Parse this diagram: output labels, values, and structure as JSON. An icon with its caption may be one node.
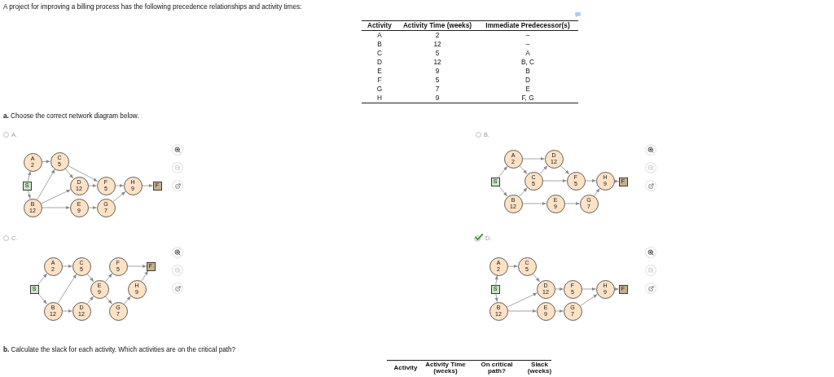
{
  "diagram": {
    "nodes": [
      {
        "text": [
          "S"
        ]
      },
      {
        "text": [
          "A",
          "2"
        ]
      },
      {
        "text": [
          "B",
          "12"
        ]
      },
      {
        "text": [
          "C",
          "5"
        ]
      },
      {
        "text": [
          "D",
          "12"
        ]
      },
      {
        "text": [
          "E",
          "9"
        ]
      },
      {
        "text": [
          "F",
          "5"
        ]
      },
      {
        "text": [
          "G",
          "7"
        ]
      },
      {
        "text": [
          "H",
          "9"
        ]
      },
      {
        "text": [
          "F"
        ]
      },
      {
        "text": [
          "S"
        ]
      },
      {
        "text": [
          "A",
          "2"
        ]
      },
      {
        "text": [
          "B",
          "12"
        ]
      },
      {
        "text": [
          "C",
          "5"
        ]
      },
      {
        "text": [
          "D",
          "12"
        ]
      },
      {
        "text": [
          "E",
          "9"
        ]
      },
      {
        "text": [
          "F",
          "5"
        ]
      },
      {
        "text": [
          "G",
          "7"
        ]
      },
      {
        "text": [
          "H",
          "9"
        ]
      },
      {
        "text": [
          "F"
        ]
      },
      {
        "text": [
          "S"
        ]
      },
      {
        "text": [
          "A",
          "2"
        ]
      },
      {
        "text": [
          "B",
          "12"
        ]
      },
      {
        "text": [
          "C",
          "5"
        ]
      },
      {
        "text": [
          "D",
          "12"
        ]
      },
      {
        "text": [
          "E",
          "9"
        ]
      },
      {
        "text": [
          "F",
          "5"
        ]
      },
      {
        "text": [
          "G",
          "7"
        ]
      },
      {
        "text": [
          "H",
          "9"
        ]
      },
      {
        "text": [
          "F"
        ]
      },
      {
        "text": [
          "S"
        ]
      },
      {
        "text": [
          "A",
          "2"
        ]
      },
      {
        "text": [
          "B",
          "12"
        ]
      },
      {
        "text": [
          "C",
          "5"
        ]
      },
      {
        "text": [
          "D",
          "12"
        ]
      },
      {
        "text": [
          "E",
          "9"
        ]
      },
      {
        "text": [
          "F",
          "5"
        ]
      },
      {
        "text": [
          "G",
          "7"
        ]
      },
      {
        "text": [
          "H",
          "9"
        ]
      },
      {
        "text": [
          "F"
        ]
      }
    ],
    "edges": [
      {
        "from": 0,
        "to": 1,
        "arrow": "to"
      },
      {
        "from": 0,
        "to": 2,
        "arrow": "to"
      },
      {
        "from": 1,
        "to": 3,
        "arrow": "to"
      },
      {
        "from": 2,
        "to": 3,
        "arrow": "to"
      },
      {
        "from": 3,
        "to": 4,
        "arrow": "to"
      },
      {
        "from": 3,
        "to": 6,
        "arrow": "to"
      },
      {
        "from": 2,
        "to": 4,
        "arrow": "to"
      },
      {
        "from": 2,
        "to": 5,
        "arrow": "to"
      },
      {
        "from": 4,
        "to": 6,
        "arrow": "to"
      },
      {
        "from": 5,
        "to": 7,
        "arrow": "to"
      },
      {
        "from": 6,
        "to": 8,
        "arrow": "to"
      },
      {
        "from": 7,
        "to": 8,
        "arrow": "to"
      },
      {
        "from": 8,
        "to": 9,
        "arrow": "to"
      },
      {
        "from": 10,
        "to": 11,
        "arrow": "to"
      },
      {
        "from": 10,
        "to": 12,
        "arrow": "to"
      },
      {
        "from": 11,
        "to": 14,
        "arrow": "to"
      },
      {
        "from": 11,
        "to": 13,
        "arrow": "to"
      },
      {
        "from": 12,
        "to": 13,
        "arrow": "to"
      },
      {
        "from": 13,
        "to": 14,
        "arrow": "to"
      },
      {
        "from": 13,
        "to": 16,
        "arrow": "to"
      },
      {
        "from": 14,
        "to": 16,
        "arrow": "to"
      },
      {
        "from": 12,
        "to": 15,
        "arrow": "to"
      },
      {
        "from": 15,
        "to": 17,
        "arrow": "to"
      },
      {
        "from": 16,
        "to": 18,
        "arrow": "to"
      },
      {
        "from": 17,
        "to": 18,
        "arrow": "to"
      },
      {
        "from": 18,
        "to": 19,
        "arrow": "to"
      },
      {
        "from": 20,
        "to": 21,
        "arrow": "to"
      },
      {
        "from": 20,
        "to": 22,
        "arrow": "to"
      },
      {
        "from": 21,
        "to": 23,
        "arrow": "to"
      },
      {
        "from": 22,
        "to": 23,
        "arrow": "to"
      },
      {
        "from": 22,
        "to": 24,
        "arrow": "to"
      },
      {
        "from": 23,
        "to": 25,
        "arrow": "to"
      },
      {
        "from": 24,
        "to": 25,
        "arrow": "to"
      },
      {
        "from": 25,
        "to": 26,
        "arrow": "to"
      },
      {
        "from": 25,
        "to": 27,
        "arrow": "to"
      },
      {
        "from": 26,
        "to": 29,
        "arrow": "to"
      },
      {
        "from": 27,
        "to": 28,
        "arrow": "to"
      },
      {
        "from": 28,
        "to": 29,
        "arrow": "to"
      },
      {
        "from": 30,
        "to": 31,
        "arrow": "to"
      },
      {
        "from": 30,
        "to": 32,
        "arrow": "to"
      },
      {
        "from": 31,
        "to": 33,
        "arrow": "to"
      },
      {
        "from": 33,
        "to": 34,
        "arrow": "to"
      },
      {
        "from": 32,
        "to": 34,
        "arrow": "to"
      },
      {
        "from": 32,
        "to": 35,
        "arrow": "to"
      },
      {
        "from": 34,
        "to": 36,
        "arrow": "to"
      },
      {
        "from": 35,
        "to": 37,
        "arrow": "to"
      },
      {
        "from": 36,
        "to": 38,
        "arrow": "to"
      },
      {
        "from": 37,
        "to": 38,
        "arrow": "to"
      },
      {
        "from": 38,
        "to": 39,
        "arrow": "to"
      }
    ],
    "labels": [
      "A project for improving a billing process has the following precedence relationships and activity times:",
      "Activity",
      "Activity Time (weeks)",
      "Immediate Predecessor(s)",
      "A",
      "2",
      "–",
      "B",
      "12",
      "–",
      "C",
      "5",
      "A",
      "D",
      "12",
      "B, C",
      "E",
      "9",
      "B",
      "F",
      "5",
      "D",
      "G",
      "7",
      "E",
      "H",
      "9",
      "F, G",
      "**a.** Choose the correct network diagram below.",
      "A.",
      "B.",
      "C.",
      "D.",
      "**b.** Calculate the slack for each activity. Which activities are on the critical path?",
      "Activity",
      "Activity Time (weeks)",
      "On critical path?",
      "Slack (weeks)"
    ]
  }
}
